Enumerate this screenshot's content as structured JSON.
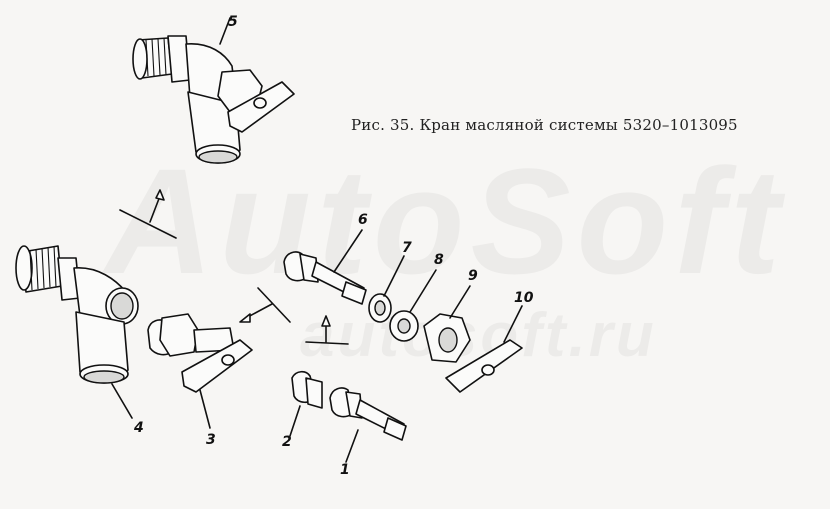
{
  "caption": "Рис. 35. Кран масляной системы 5320–1013095",
  "watermark": {
    "main": "AutoSoft",
    "url": "autosoft.ru"
  },
  "callouts": {
    "c1": "1",
    "c2": "2",
    "c3": "3",
    "c4": "4",
    "c5": "5",
    "c6": "6",
    "c7": "7",
    "c8": "8",
    "c9": "9",
    "c10": "10"
  }
}
